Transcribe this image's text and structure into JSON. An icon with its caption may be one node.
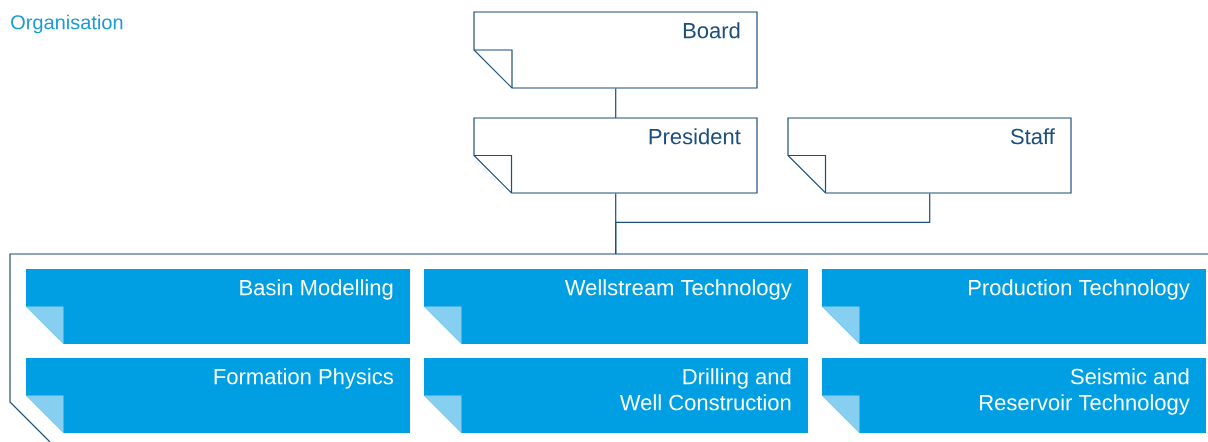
{
  "diagram": {
    "title": "Organisation",
    "nodes": [
      {
        "text": [
          "Board"
        ]
      },
      {
        "text": [
          "President"
        ]
      },
      {
        "text": [
          "Staff"
        ]
      },
      {
        "text": [],
        "shape": "box"
      },
      {
        "text": [
          "Basin Modelling"
        ],
        "in": 3
      },
      {
        "text": [
          "Wellstream Technology"
        ],
        "in": 3
      },
      {
        "text": [
          "Production Technology"
        ],
        "in": 3
      },
      {
        "text": [
          "Formation Physics"
        ],
        "in": 3
      },
      {
        "text": [
          "Drilling and Well Construction"
        ],
        "in": 3
      },
      {
        "text": [
          "Seismic and Reservoir Technology"
        ],
        "in": 3
      }
    ],
    "edges": [
      {
        "from": 0,
        "to": 1,
        "arrow": "none"
      },
      {
        "from": 1,
        "to": 3,
        "arrow": "none"
      },
      {
        "from": 2,
        "to": 3,
        "arrow": "none"
      }
    ]
  }
}
